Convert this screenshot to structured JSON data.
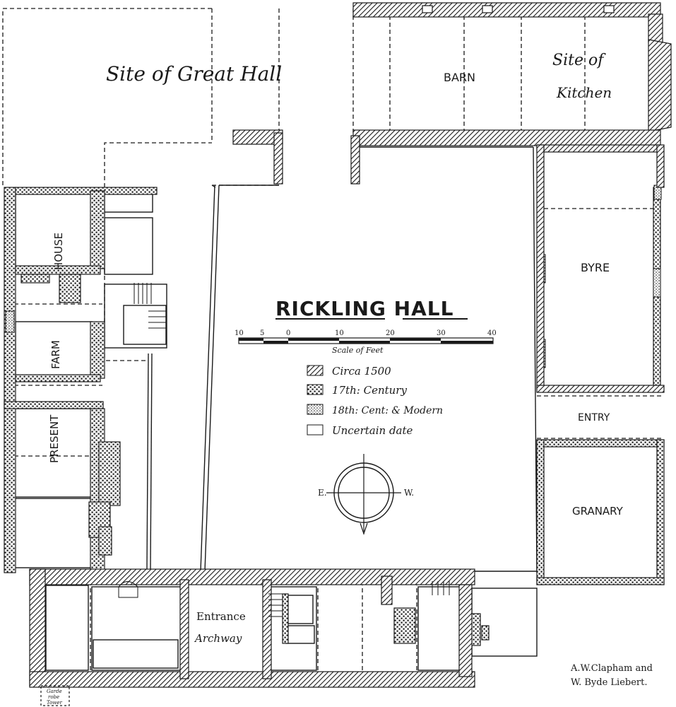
{
  "title": "RICKLING HALL",
  "rooms": {
    "great_hall": "Site of Great Hall",
    "barn": "BARN",
    "kitchen_line1": "Site of",
    "kitchen_line2": "Kitchen",
    "house": "HOUSE",
    "farm": "FARM",
    "present": "PRESENT",
    "byre": "BYRE",
    "entry": "ENTRY",
    "granary": "GRANARY",
    "archway_line1": "Entrance",
    "archway_line2": "Archway",
    "garderobe_line1": "Garde",
    "garderobe_line2": "robe",
    "garderobe_line3": "Tower"
  },
  "scale": {
    "label": "Scale of Feet",
    "ticks": [
      "10",
      "5",
      "0",
      "10",
      "20",
      "30",
      "40"
    ]
  },
  "legend": [
    {
      "label": "Circa 1500",
      "pattern": "hatch"
    },
    {
      "label": "17th: Century",
      "pattern": "brick"
    },
    {
      "label": "18th: Cent: & Modern",
      "pattern": "dots"
    },
    {
      "label": "Uncertain date",
      "pattern": "plain"
    }
  ],
  "compass": {
    "east": "E.",
    "west": "W."
  },
  "credits": {
    "line1": "A.W.Clapham and",
    "line2": "W. Byde Liebert."
  },
  "colors": {
    "ink": "#1a1a1a",
    "paper": "#ffffff"
  }
}
